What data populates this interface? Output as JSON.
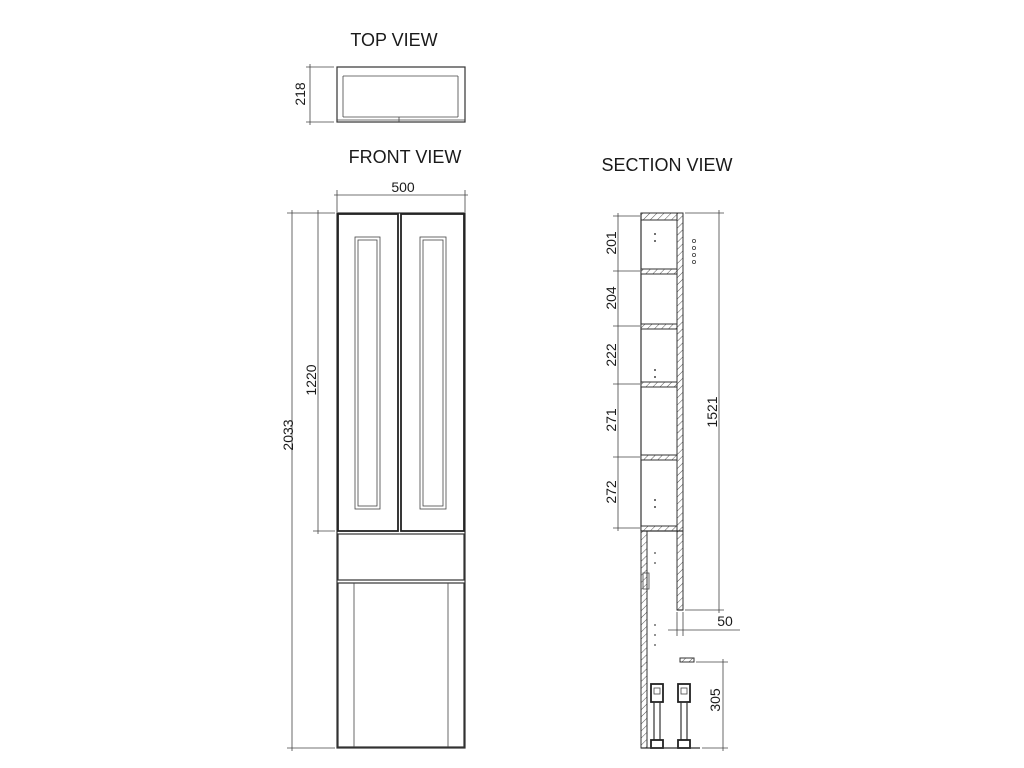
{
  "titles": {
    "top_view": "TOP VIEW",
    "front_view": "FRONT VIEW",
    "section_view": "SECTION VIEW"
  },
  "dimensions": {
    "top_depth": "218",
    "front_width": "500",
    "front_height_total": "2033",
    "front_upper_doors": "1220",
    "section_shelf_1": "201",
    "section_shelf_2": "204",
    "section_shelf_3": "222",
    "section_shelf_4": "271",
    "section_shelf_5": "272",
    "section_back_height": "1521",
    "section_offset": "50",
    "section_leg_height": "305"
  }
}
